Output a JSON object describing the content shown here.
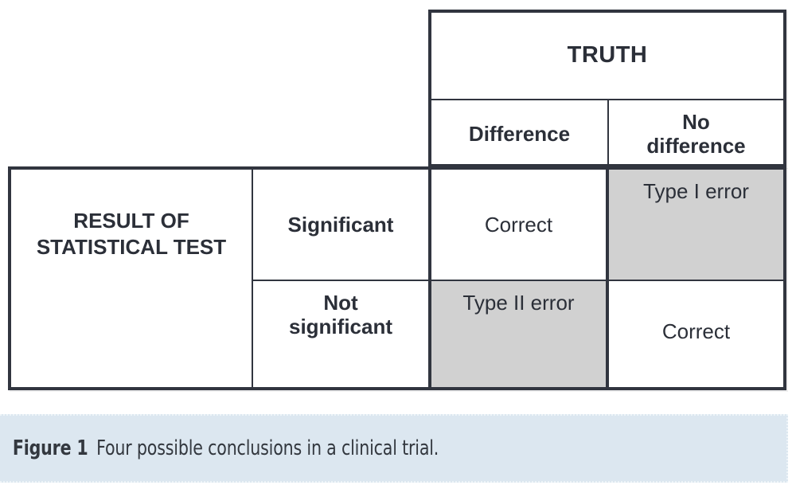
{
  "figure": {
    "caption_label": "Figure 1",
    "caption_text": "Four possible conclusions in a clinical trial.",
    "caption_band_color": "#dce7f0"
  },
  "table": {
    "column_group_header": "TRUTH",
    "row_group_header": "RESULT OF STATISTICAL TEST",
    "column_headers": [
      "Difference",
      "No difference"
    ],
    "row_headers": [
      "Significant",
      "Not significant"
    ],
    "cells": [
      [
        "Correct",
        "Type I error"
      ],
      [
        "Type II error",
        "Correct"
      ]
    ],
    "shaded_cells": [
      "Type I error",
      "Type II error"
    ],
    "shade_color": "#d1d1d1",
    "line_color": "#31353f",
    "text_color": "#2b2f38"
  }
}
